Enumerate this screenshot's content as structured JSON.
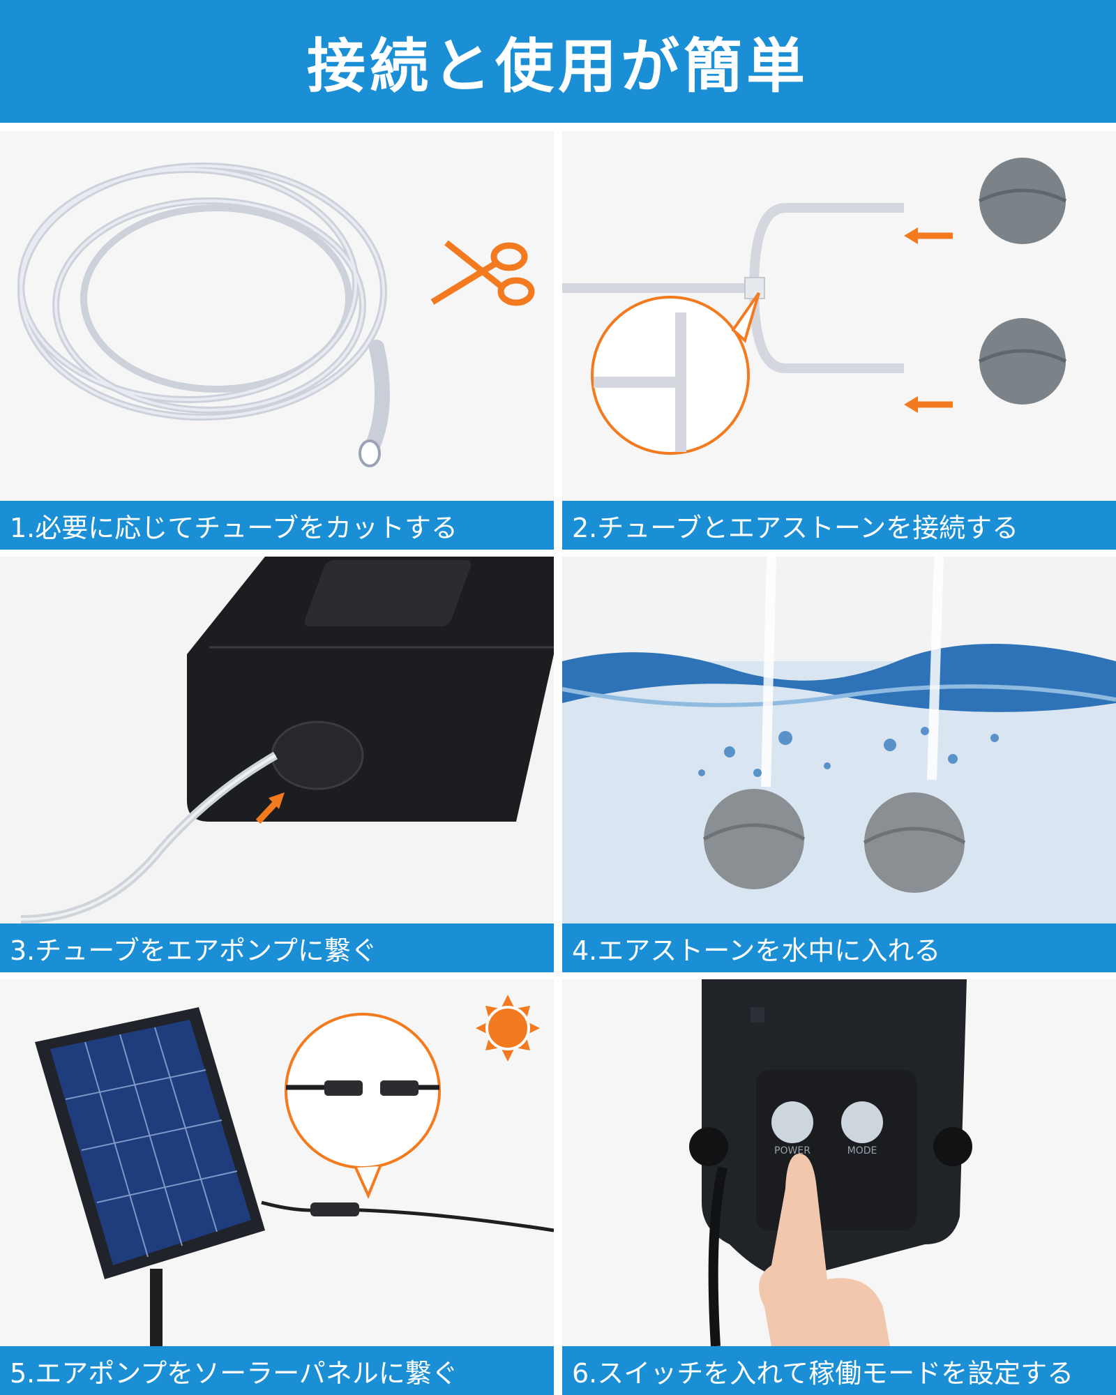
{
  "header": {
    "title": "接続と使用が簡単"
  },
  "colors": {
    "accent_blue": "#1a8fd6",
    "accent_orange": "#f47a1f",
    "panel_bg": "#f3f3f3"
  },
  "steps": [
    {
      "label": "1.必要に応じてチューブをカットする",
      "icon": "tube-coil-icon"
    },
    {
      "label": "2.チューブとエアストーンを接続する",
      "icon": "t-connector-icon"
    },
    {
      "label": "3.チューブをエアポンプに繋ぐ",
      "icon": "air-pump-icon"
    },
    {
      "label": "4.エアストーンを水中に入れる",
      "icon": "water-airstone-icon"
    },
    {
      "label": "5.エアポンプをソーラーパネルに繋ぐ",
      "icon": "solar-panel-icon"
    },
    {
      "label": "6.スイッチを入れて稼働モードを設定する",
      "icon": "power-switch-icon"
    }
  ],
  "device": {
    "power_label": "POWER",
    "mode_label": "MODE"
  }
}
